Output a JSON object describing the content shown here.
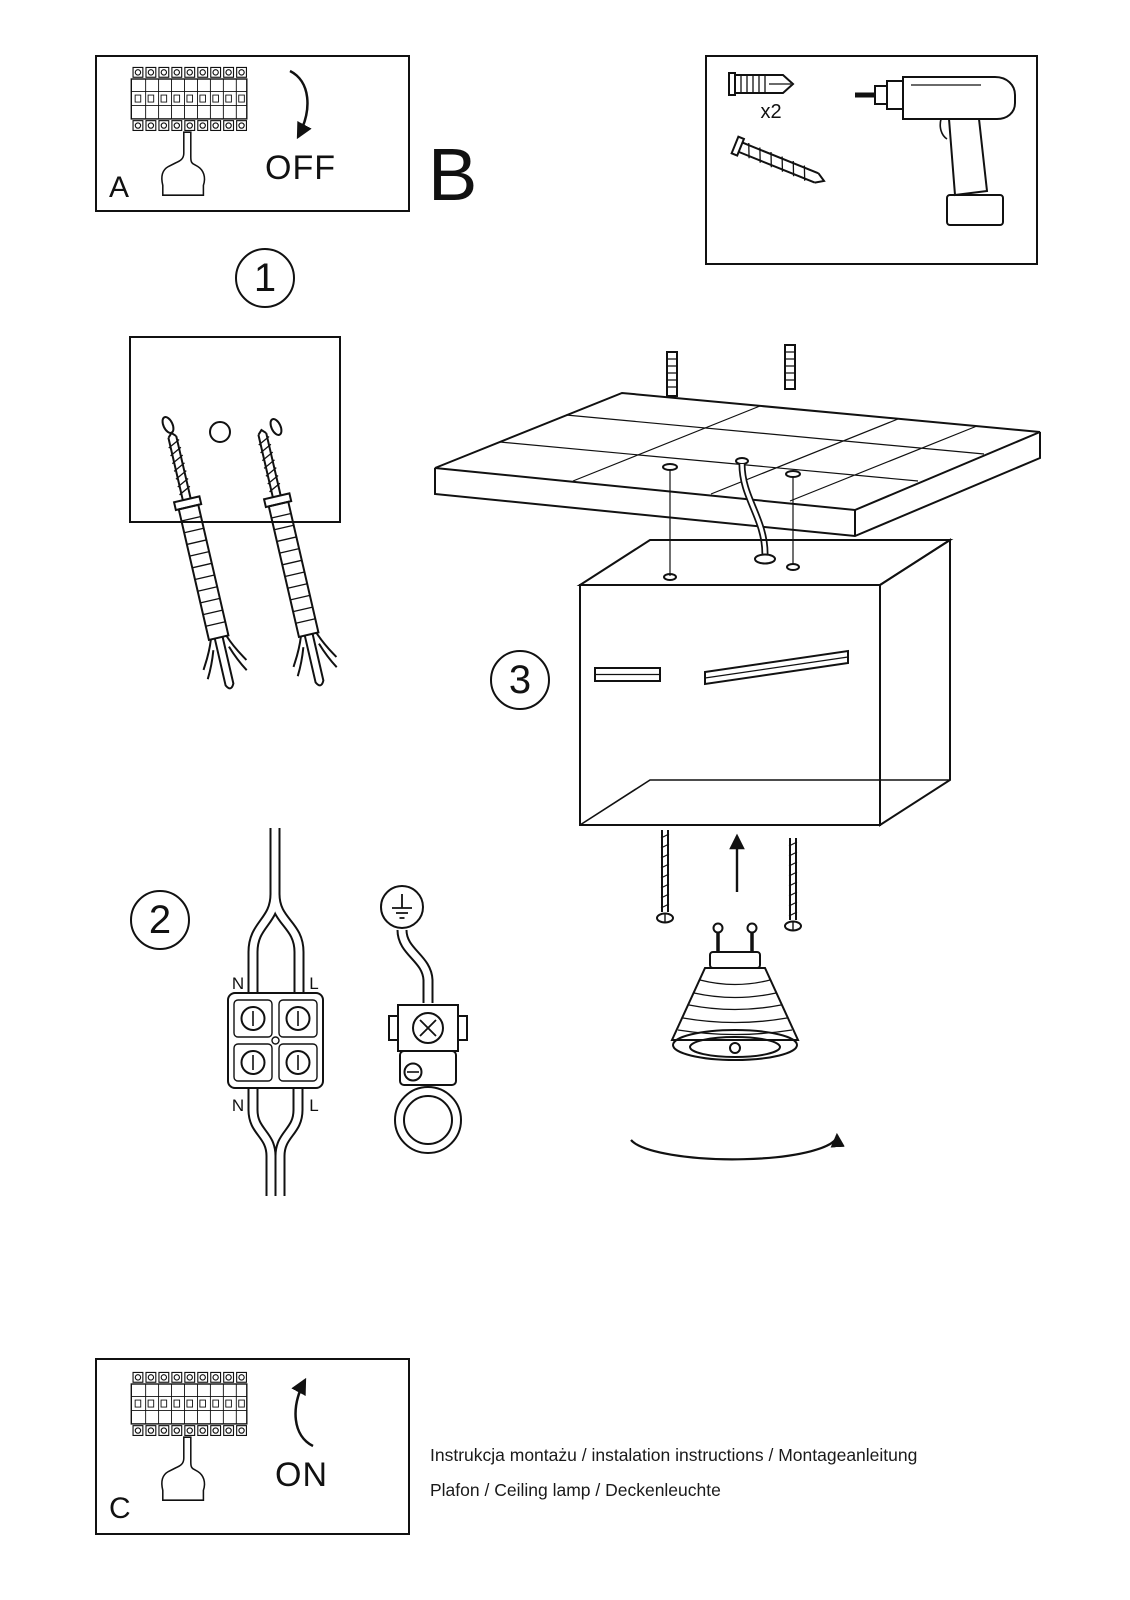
{
  "colors": {
    "ink": "#111111",
    "paper": "#ffffff"
  },
  "panel_a": {
    "label": "A",
    "switch_state": "OFF"
  },
  "section_b": {
    "label": "B"
  },
  "parts_box": {
    "anchor_qty": "x2"
  },
  "step_1": {
    "number": "1"
  },
  "step_2": {
    "number": "2",
    "terminal_top_left": "N",
    "terminal_top_right": "L",
    "terminal_bottom_left": "N",
    "terminal_bottom_right": "L"
  },
  "step_3": {
    "number": "3"
  },
  "panel_c": {
    "label": "C",
    "switch_state": "ON"
  },
  "footer": {
    "line_1": "Instrukcja montażu / instalation instructions / Montageanleitung",
    "line_2": "Plafon / Ceiling lamp / Deckenleuchte"
  }
}
